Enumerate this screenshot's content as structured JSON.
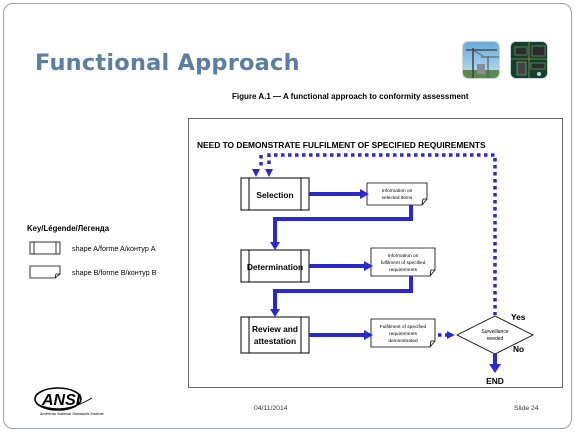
{
  "slide": {
    "title": "Functional Approach",
    "figure_caption": "Figure A.1 — A functional approach to conformity assessment",
    "date": "04/11/2014",
    "slide_number": "Slide 24",
    "logo_text": "ANSI",
    "logo_subtitle": "American National Standards Institute"
  },
  "diagram": {
    "header": "NEED TO DEMONSTRATE FULFILMENT OF SPECIFIED REQUIREMENTS",
    "steps": [
      {
        "label": "Selection"
      },
      {
        "label": "Determination"
      },
      {
        "label_line1": "Review and",
        "label_line2": "attestation"
      }
    ],
    "outputs": [
      {
        "lines": [
          "Information on",
          "selected items"
        ]
      },
      {
        "lines": [
          "Information on",
          "fulfilment of specified",
          "requirements"
        ]
      },
      {
        "lines": [
          "Fulfilment of specified",
          "requirements",
          "demonstrated"
        ]
      }
    ],
    "decision": {
      "line1": "Surveillance",
      "line2": "needed"
    },
    "yes_label": "Yes",
    "no_label": "No",
    "end_label": "END",
    "arrow_color": "#2929cc"
  },
  "key": {
    "title": "Key/Légende/Легенда",
    "shape_a": "shape A/forme A/контур A",
    "shape_b": "shape B/forme B/контур B"
  },
  "images": [
    {
      "name": "construction-crane-image"
    },
    {
      "name": "circuit-board-image"
    }
  ]
}
